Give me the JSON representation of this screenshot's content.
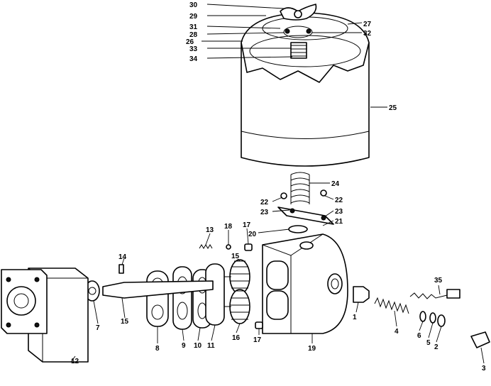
{
  "labels": {
    "l1": "1",
    "l2": "2",
    "l3": "3",
    "l4": "4",
    "l5": "5",
    "l6": "6",
    "l7": "7",
    "l8": "8",
    "l9": "9",
    "l10": "10",
    "l11": "11",
    "l12": "12",
    "l13": "13",
    "l14": "14",
    "l15a": "15",
    "l15b": "15",
    "l16": "16",
    "l17a": "17",
    "l17b": "17",
    "l18": "18",
    "l19": "19",
    "l20": "20",
    "l21": "21",
    "l22a": "22",
    "l22b": "22",
    "l23a": "23",
    "l23b": "23",
    "l24": "24",
    "l25": "25",
    "l26": "26",
    "l27": "27",
    "l28": "28",
    "l29": "29",
    "l30": "30",
    "l31": "31",
    "l32": "32",
    "l33": "33",
    "l34": "34",
    "l35": "35"
  }
}
